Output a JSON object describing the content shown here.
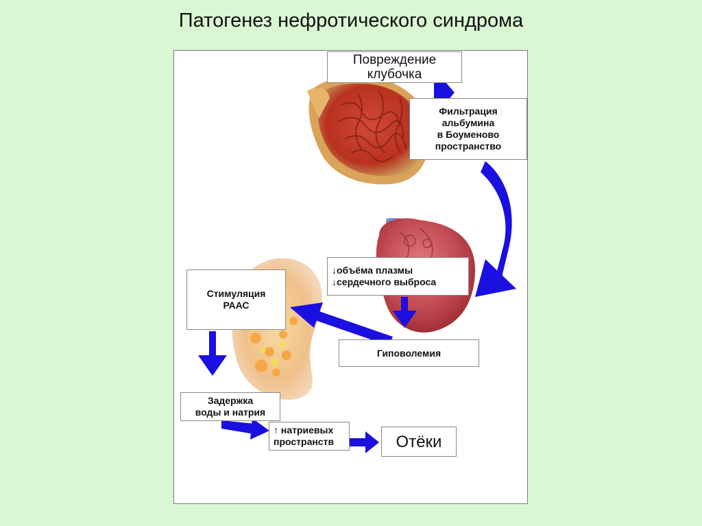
{
  "slide": {
    "title": "Патогенез нефротического синдрома"
  },
  "diagram": {
    "nodes": {
      "glomerulus_damage": "Повреждение\nклубочка",
      "albumin_filtration": "Фильтрация\nальбумина\nв Боуменово\nпространство",
      "plasma_cardiac": "↓объёма плазмы\n↓сердечного выброса",
      "hypovolemia": "Гиповолемия",
      "raas_stimulation": "Стимуляция\nРААС",
      "water_sodium_retention": "Задержка\nводы и натрия",
      "sodium_spaces": "↑ натриевых\nпространств",
      "edema": "Отёки"
    },
    "icons": [
      "glomerulus-illustration",
      "heart-illustration",
      "kidney-illustration",
      "arrow"
    ],
    "colors": {
      "background": "#d9f7d2",
      "arrow": "#1a10e0",
      "tissue": "#c23a2a",
      "box_border": "#888888"
    }
  }
}
